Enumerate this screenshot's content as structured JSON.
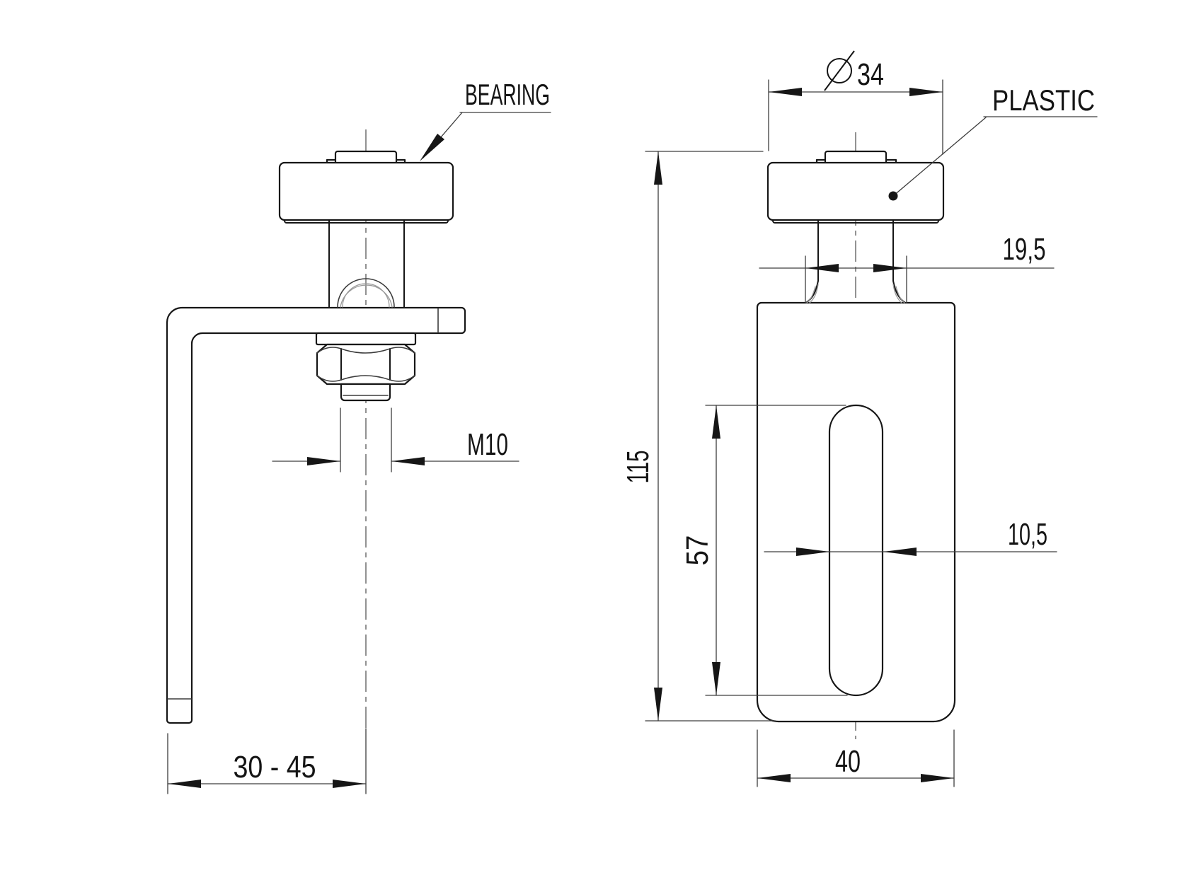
{
  "drawing": {
    "type": "technical-drawing",
    "background_color": "#ffffff",
    "line_color": "#161616",
    "thin_line_color": "#3d3d3d",
    "labels": {
      "bearing": "BEARING",
      "plastic": "PLASTIC"
    },
    "left_view": {
      "description": "side view of L-bracket with bearing roller, bolt and hex nut",
      "dimensions": {
        "thread": "M10",
        "offset_range": "30 - 45"
      }
    },
    "right_view": {
      "description": "front view of slotted body with plastic roller",
      "diameter_symbol": "⌀",
      "dimensions": {
        "roller_diameter": "34",
        "shaft_width": "19,5",
        "total_height": "115",
        "slot_length": "57",
        "slot_width": "10,5",
        "body_width": "40"
      }
    }
  }
}
